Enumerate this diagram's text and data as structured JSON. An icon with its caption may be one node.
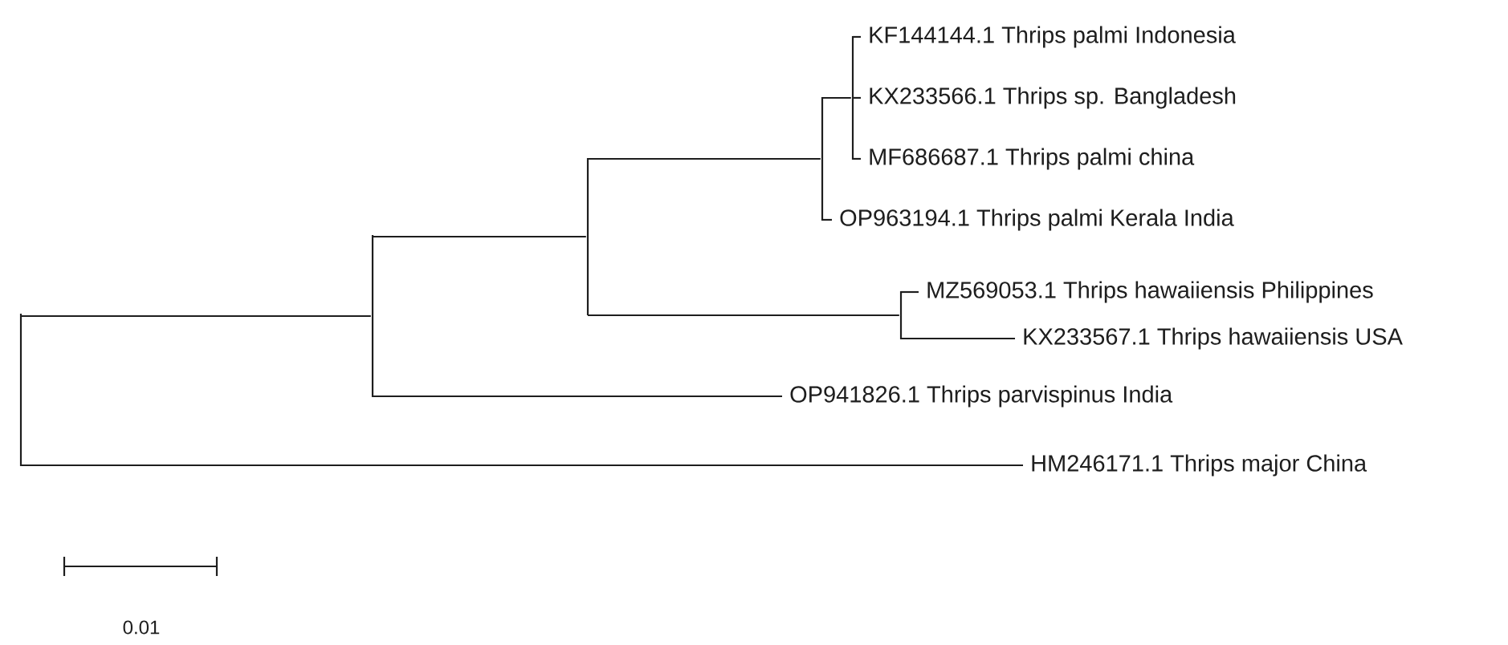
{
  "diagram": {
    "nodes": [
      {
        "text": [
          "KF144144.1 Thrips palmi Indonesia"
        ]
      },
      {
        "text": [
          "KX233566.1 Thrips sp. Bangladesh"
        ]
      },
      {
        "text": [
          "MF686687.1 Thrips palmi china"
        ]
      },
      {
        "text": [
          "OP963194.1 Thrips palmi Kerala India"
        ]
      },
      {
        "text": [
          "MZ569053.1 Thrips hawaiiensis Philippines"
        ]
      },
      {
        "text": [
          "KX233567.1 Thrips hawaiiensis USA"
        ]
      },
      {
        "text": [
          "OP941826.1 Thrips parvispinus India"
        ]
      },
      {
        "text": [
          "HM246171.1 Thrips major China"
        ]
      },
      {
        "text": [],
        "shape": "bar"
      },
      {
        "text": [],
        "shape": "bar"
      },
      {
        "text": [],
        "shape": "bar"
      },
      {
        "text": [],
        "shape": "bar"
      },
      {
        "text": [],
        "shape": "bar"
      },
      {
        "text": [],
        "shape": "bar"
      }
    ],
    "edges": [
      {
        "from": 8,
        "to": 0,
        "arrow": "none"
      },
      {
        "from": 8,
        "to": 1,
        "arrow": "none"
      },
      {
        "from": 8,
        "to": 2,
        "arrow": "none"
      },
      {
        "from": 9,
        "to": 8,
        "arrow": "none"
      },
      {
        "from": 9,
        "to": 3,
        "arrow": "none"
      },
      {
        "from": 11,
        "to": 9,
        "arrow": "none"
      },
      {
        "from": 10,
        "to": 4,
        "arrow": "none"
      },
      {
        "from": 10,
        "to": 5,
        "arrow": "none"
      },
      {
        "from": 11,
        "to": 10,
        "arrow": "none"
      },
      {
        "from": 12,
        "to": 11,
        "arrow": "none"
      },
      {
        "from": 12,
        "to": 6,
        "arrow": "none"
      },
      {
        "from": 13,
        "to": 12,
        "arrow": "none"
      },
      {
        "from": 13,
        "to": 7,
        "arrow": "none"
      }
    ],
    "labels": [
      "0.01"
    ]
  }
}
